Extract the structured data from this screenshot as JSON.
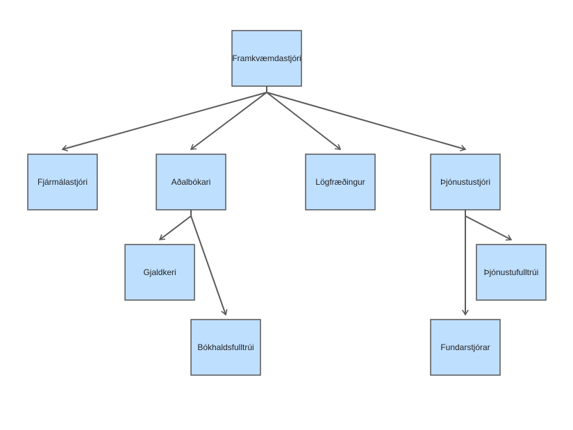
{
  "diagram": {
    "nodes": [
      {
        "id": "ceo",
        "label": "Framkvæmdastjóri"
      },
      {
        "id": "fin",
        "label": "Fjármálastjóri"
      },
      {
        "id": "acct",
        "label": "Aðalbókari"
      },
      {
        "id": "law",
        "label": "Lögfræðingur"
      },
      {
        "id": "svc",
        "label": "Þjónustustjóri"
      },
      {
        "id": "cash",
        "label": "Gjaldkeri"
      },
      {
        "id": "book",
        "label": "Bókhaldsfulltrúi"
      },
      {
        "id": "svcrep",
        "label": "Þjónustufulltrúi"
      },
      {
        "id": "meet",
        "label": "Fundarstjórar"
      }
    ],
    "edges": [
      {
        "from": "ceo",
        "to": "fin"
      },
      {
        "from": "ceo",
        "to": "acct"
      },
      {
        "from": "ceo",
        "to": "law"
      },
      {
        "from": "ceo",
        "to": "svc"
      },
      {
        "from": "acct",
        "to": "cash"
      },
      {
        "from": "acct",
        "to": "book"
      },
      {
        "from": "svc",
        "to": "svcrep"
      },
      {
        "from": "svc",
        "to": "meet"
      }
    ],
    "colors": {
      "box_fill": "#bfdfff",
      "box_stroke": "#555555",
      "edge": "#5a5a5a"
    }
  }
}
